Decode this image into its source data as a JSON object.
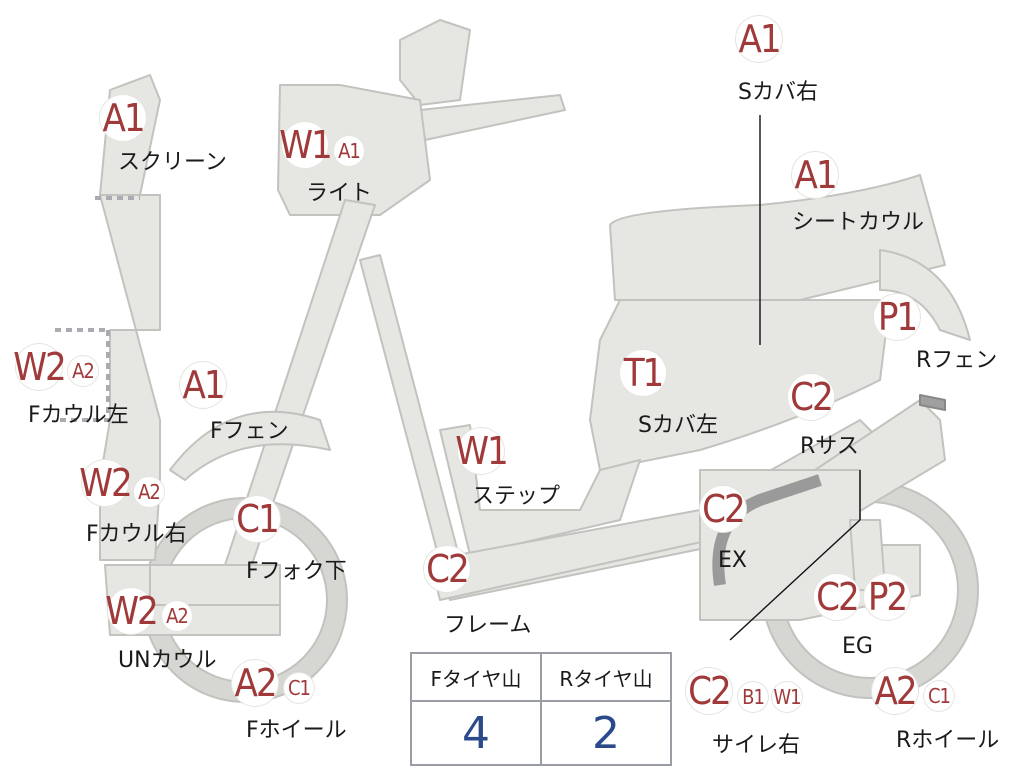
{
  "parts": {
    "screen": {
      "code": "A1",
      "label": "スクリーン"
    },
    "light": {
      "code": "W1",
      "sub": "A1",
      "label": "ライト"
    },
    "scover_r": {
      "code": "A1",
      "label": "Sカバ右"
    },
    "seatcowl": {
      "code": "A1",
      "label": "シートカウル"
    },
    "rfender": {
      "code": "P1",
      "label": "Rフェン"
    },
    "fcowl_l": {
      "code": "W2",
      "sub": "A2",
      "label": "Fカウル左"
    },
    "ffender": {
      "code": "A1",
      "label": "Fフェン"
    },
    "scover_l": {
      "code": "T1",
      "label": "Sカバ左"
    },
    "rsus": {
      "code": "C2",
      "label": "Rサス"
    },
    "fcowl_r": {
      "code": "W2",
      "sub": "A2",
      "label": "Fカウル右"
    },
    "step": {
      "code": "W1",
      "label": "ステップ"
    },
    "ffork": {
      "code": "C1",
      "label": "Fフォク下"
    },
    "ex": {
      "code": "C2",
      "label": "EX"
    },
    "uncowl": {
      "code": "W2",
      "sub": "A2",
      "label": "UNカウル"
    },
    "frame": {
      "code": "C2",
      "label": "フレーム"
    },
    "eg": {
      "codes": [
        "C2",
        "P2"
      ],
      "label": "EG"
    },
    "fwheel": {
      "code": "A2",
      "sub": "C1",
      "label": "Fホイール"
    },
    "silencer_r": {
      "code": "C2",
      "subs": [
        "B1",
        "W1"
      ],
      "label": "サイレ右"
    },
    "rwheel": {
      "code": "A2",
      "sub": "C1",
      "label": "Rホイール"
    }
  },
  "tire_table": {
    "headers": [
      "Fタイヤ山",
      "Rタイヤ山"
    ],
    "values": [
      "4",
      "2"
    ]
  },
  "colors": {
    "badge_text": "#a03a3a",
    "part_fill": "#e6e6e3",
    "part_stroke": "#c2c2bf",
    "tire_value": "#2a4a8a"
  }
}
